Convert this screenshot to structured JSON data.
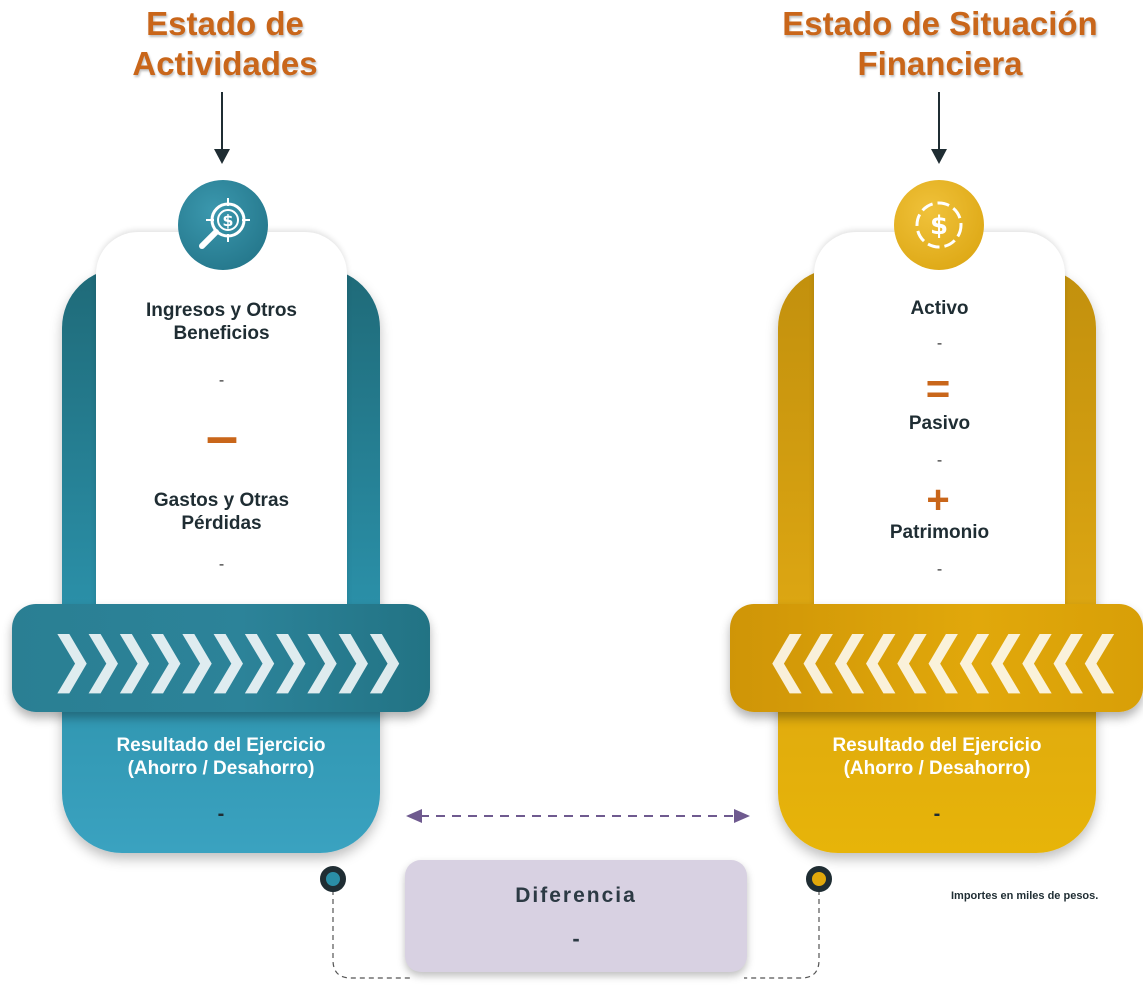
{
  "left": {
    "title_line1": "Estado de",
    "title_line2": "Actividades",
    "item1_line1": "Ingresos y Otros",
    "item1_line2": "Beneficios",
    "item1_value": "-",
    "operator": "–",
    "item2_line1": "Gastos y Otras",
    "item2_line2": "Pérdidas",
    "item2_value": "-",
    "result_line1": "Resultado del Ejercicio",
    "result_line2": "(Ahorro / Desahorro)",
    "result_value": "-",
    "icon": "magnifier-dollar-icon",
    "accent": "#2a8ea6"
  },
  "right": {
    "title_line1": "Estado de Situación",
    "title_line2": "Financiera",
    "item1": "Activo",
    "item1_value": "-",
    "operator_equals": "=",
    "item2": "Pasivo",
    "item2_value": "-",
    "operator_plus": "+",
    "item3": "Patrimonio",
    "item3_value": "-",
    "result_line1": "Resultado del Ejercicio",
    "result_line2": "(Ahorro / Desahorro)",
    "result_value": "-",
    "icon": "dollar-coin-icon",
    "accent": "#e1a80b"
  },
  "difference": {
    "title": "Diferencia",
    "value": "-",
    "accent": "#d8d1e2"
  },
  "note": "Importes en miles de pesos.",
  "colors": {
    "title_orange": "#c9661a",
    "dark": "#1f2d33",
    "dashed_purple": "#6f5a8f"
  }
}
